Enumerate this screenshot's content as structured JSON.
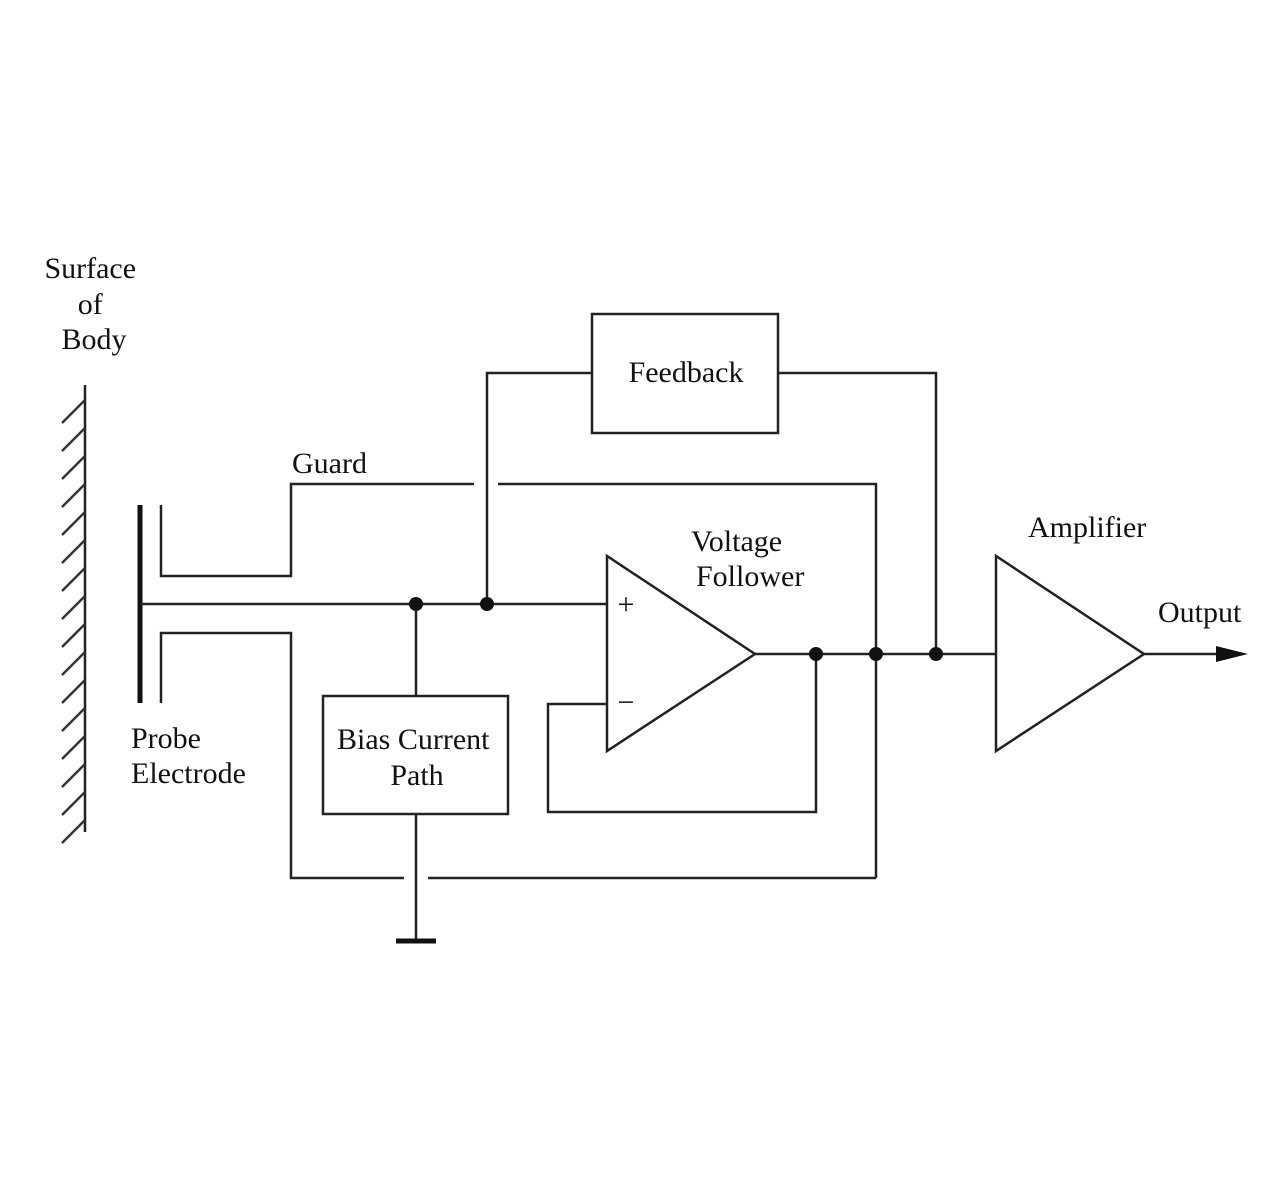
{
  "labels": {
    "surface": [
      "Surface",
      "of",
      "Body"
    ],
    "feedback": "Feedback",
    "guard": "Guard",
    "voltage_follower": [
      "Voltage",
      "Follower"
    ],
    "amplifier": "Amplifier",
    "output": "Output",
    "probe_electrode": [
      "Probe",
      "Electrode"
    ],
    "bias_current_path": [
      "Bias Current",
      "Path"
    ],
    "plus_sign": "+",
    "minus_sign": "−"
  },
  "colors": {
    "line": "#222222",
    "background": "#ffffff"
  }
}
